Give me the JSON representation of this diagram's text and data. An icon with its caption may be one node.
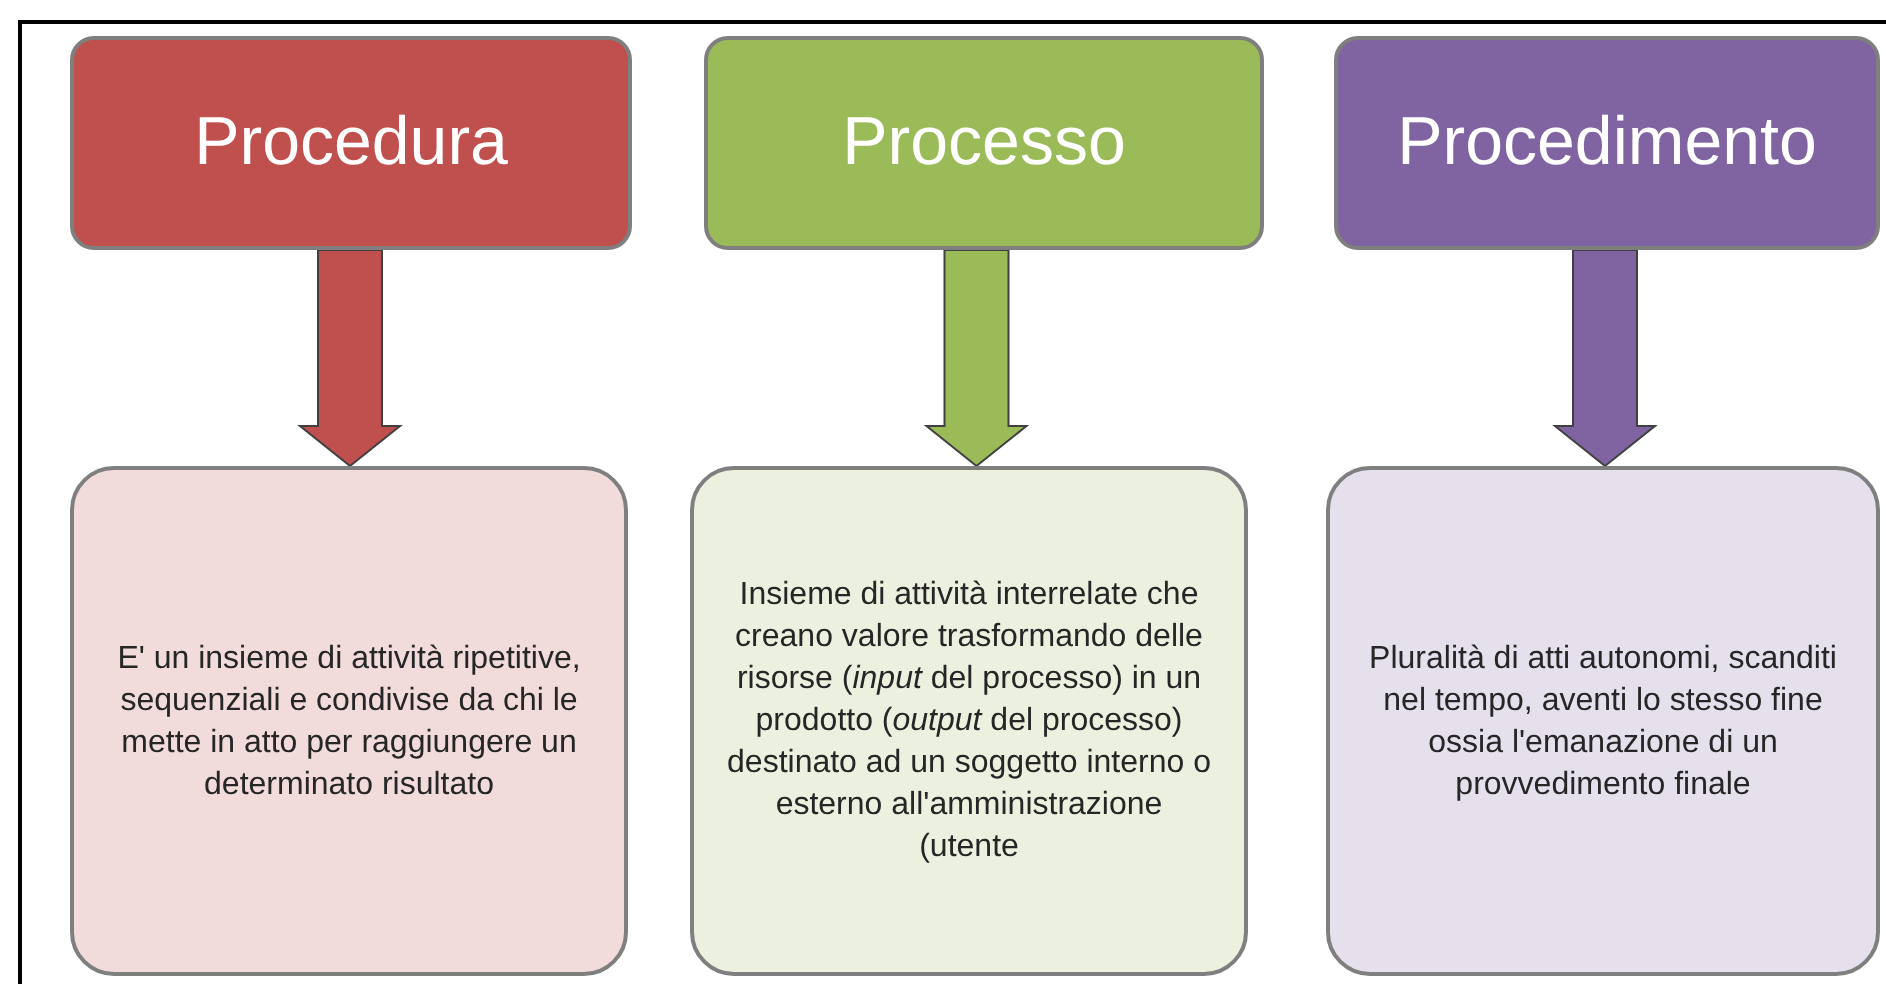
{
  "diagram": {
    "nodes": [
      {
        "text": [
          "Procedura"
        ]
      },
      {
        "text": [
          "Processo"
        ]
      },
      {
        "text": [
          "Procedimento"
        ]
      },
      {
        "text": [
          "E' un insieme di attività ripetitive, sequenziali e condivise da chi le mette in atto per raggiungere un determinato risultato"
        ]
      },
      {
        "text": [
          "Insieme di attività interrelate che creano valore trasformando delle risorse (*input* del processo) in un prodotto (*output* del processo) destinato ad un soggetto interno o esterno all'amministrazione (utente"
        ]
      },
      {
        "text": [
          "Pluralità di atti autonomi, scanditi nel tempo, aventi lo stesso fine ossia l'emanazione di un provvedimento finale"
        ]
      }
    ],
    "edges": [
      {
        "from": 0,
        "to": 3,
        "arrow": "to",
        "style": "thick",
        "color": "#c0504d"
      },
      {
        "from": 1,
        "to": 4,
        "arrow": "to",
        "style": "thick",
        "color": "#9bbb59"
      },
      {
        "from": 2,
        "to": 5,
        "arrow": "to",
        "style": "thick",
        "color": "#8064a2"
      }
    ]
  }
}
